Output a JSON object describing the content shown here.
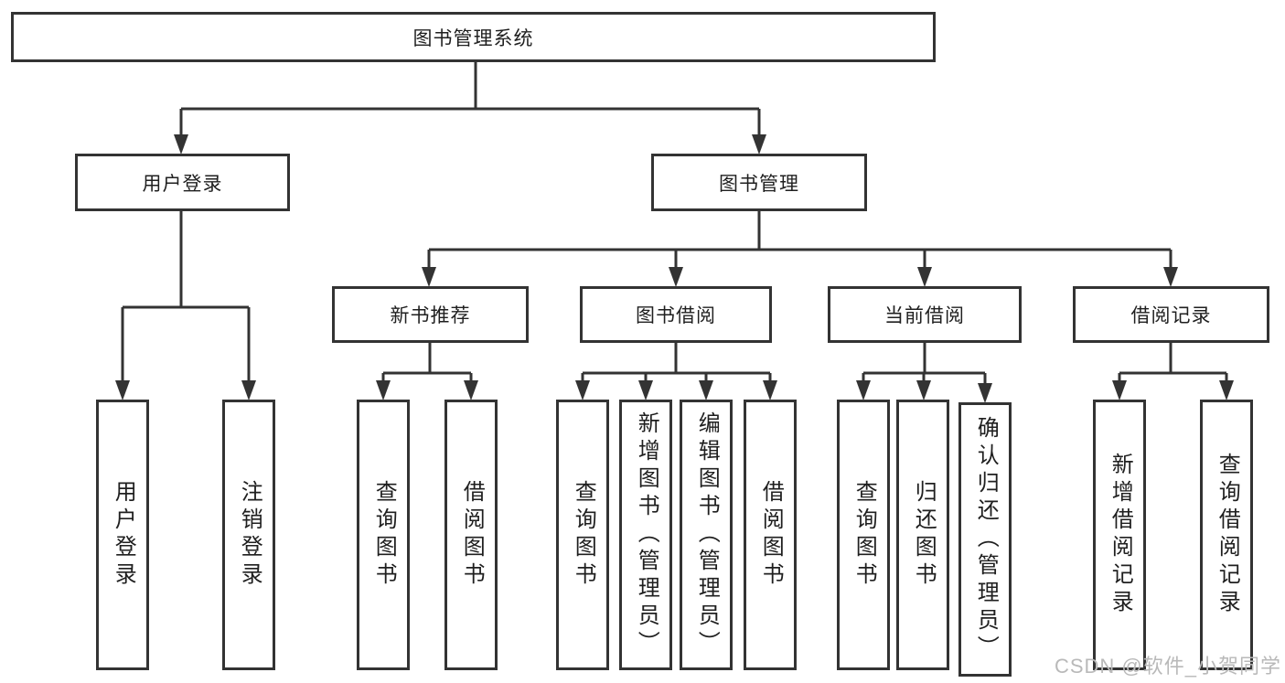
{
  "title": "图书管理系统",
  "tree": {
    "root": {
      "label": "图书管理系统"
    },
    "user_login": {
      "label": "用户登录",
      "children": {
        "login": {
          "label": "用户登录"
        },
        "logout": {
          "label": "注销登录"
        }
      }
    },
    "book_management": {
      "label": "图书管理",
      "children": {
        "new_book_recommend": {
          "label": "新书推荐",
          "children": {
            "query_books": {
              "label": "查询图书"
            },
            "borrow_books": {
              "label": "借阅图书"
            }
          }
        },
        "book_borrowing": {
          "label": "图书借阅",
          "children": {
            "query_books": {
              "label": "查询图书"
            },
            "add_books_admin": {
              "label": "新增图书（管理员）"
            },
            "edit_books_admin": {
              "label": "编辑图书（管理员）"
            },
            "borrow_books": {
              "label": "借阅图书"
            }
          }
        },
        "current_borrowing": {
          "label": "当前借阅",
          "children": {
            "query_books": {
              "label": "查询图书"
            },
            "return_books": {
              "label": "归还图书"
            },
            "confirm_return_admin": {
              "label": "确认归还（管理员）"
            }
          }
        },
        "borrowing_records": {
          "label": "借阅记录",
          "children": {
            "add_record": {
              "label": "新增借阅记录"
            },
            "query_record": {
              "label": "查询借阅记录"
            }
          }
        }
      }
    }
  },
  "watermark": {
    "text": "CSDN @软件_小贺同学"
  },
  "colors": {
    "line": "#333333",
    "box_border": "#333333",
    "text": "#1f1f1f",
    "watermark": "#b9b9b9",
    "background": "#ffffff"
  }
}
